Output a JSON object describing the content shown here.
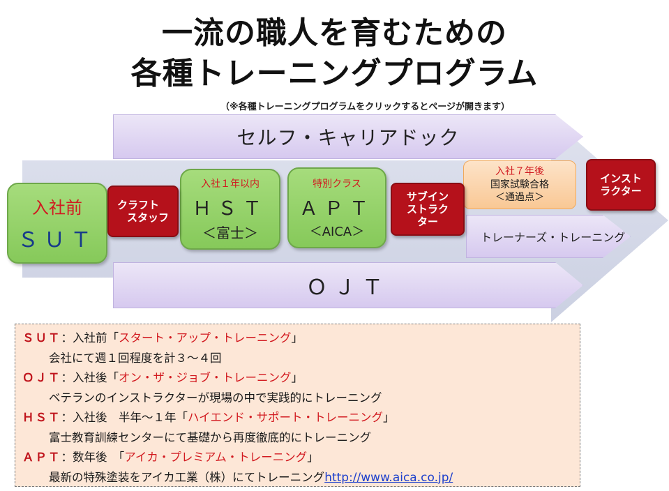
{
  "title": {
    "line1": "一流の職人を育むための",
    "line2": "各種トレーニングプログラム",
    "hint": "（※各種トレーニングプログラムをクリックするとページが開きます）"
  },
  "arrows": {
    "self_career": "セルフ・キャリアドック",
    "trainers": "トレーナーズ・トレーニング",
    "ojt": "ＯＪＴ"
  },
  "programs": {
    "sut": {
      "top": "入社前",
      "name": "ＳＵＴ"
    },
    "hst": {
      "top": "入社１年以内",
      "name": "ＨＳＴ",
      "sub": "＜富士＞"
    },
    "apt": {
      "top": "特別クラス",
      "name": "ＡＰＴ",
      "sub": "＜AICA＞"
    },
    "seven": {
      "top": "入社７年後",
      "mid": "国家試験合格",
      "sub": "＜通過点＞"
    }
  },
  "roles": {
    "craft_staff_1": "クラフト",
    "craft_staff_2": "スタッフ",
    "sub_instructor_1": "サブイン",
    "sub_instructor_2": "ストラク",
    "sub_instructor_3": "ター",
    "instructor_1": "インスト",
    "instructor_2": "ラクター"
  },
  "descriptions": {
    "sut": {
      "key": "ＳＵＴ",
      "sep": "：",
      "when": "入社前",
      "open": "「",
      "name": "スタート・アップ・トレーニング",
      "close": "」",
      "detail": "会社にて週１回程度を計３～４回"
    },
    "ojt": {
      "key": "ＯＪＴ",
      "sep": "：",
      "when": "入社後",
      "open": "「",
      "name": "オン・ザ・ジョブ・トレーニング",
      "close": "」",
      "detail": "ベテランのインストラクターが現場の中で実践的にトレーニング"
    },
    "hst": {
      "key": "ＨＳＴ",
      "sep": "：",
      "when": "入社後　半年～１年",
      "open": "「",
      "name": "ハイエンド・サポート・トレーニング",
      "close": "」",
      "detail": "富士教育訓練センターにて基礎から再度徹底的にトレーニング"
    },
    "apt": {
      "key": "ＡＰＴ",
      "sep": "：",
      "when": "数年後　",
      "open": "「",
      "name": "アイカ・プレミアム・トレーニング",
      "close": "」",
      "detail": "最新の特殊塗装をアイカ工業（株）にてトレーニング",
      "link": "http://www.aica.co.jp/"
    }
  },
  "colors": {
    "accent_red": "#c0141c",
    "role_red": "#b5111b",
    "program_green": "#96d36a",
    "arrow_lavender": "#ddd2f2",
    "panel_peach": "#fde7d7",
    "link_blue": "#1d3fcc"
  }
}
